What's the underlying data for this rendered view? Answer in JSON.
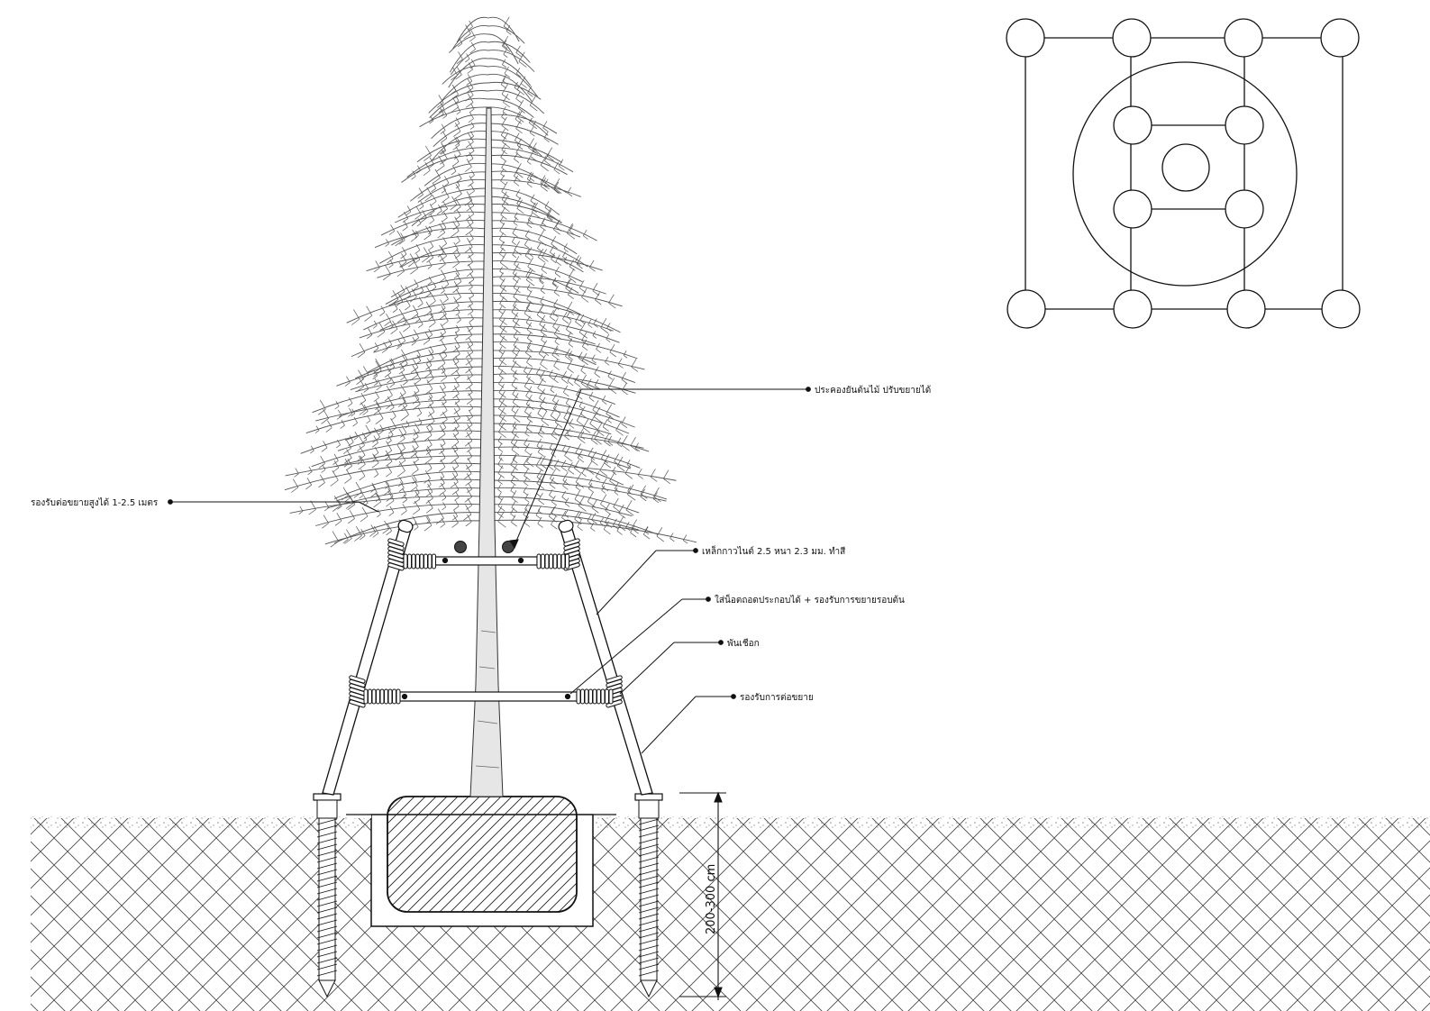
{
  "callouts": {
    "cage": "ประคองยันต้นไม้ ปรับขยายได้",
    "extend_height": "รองรับต่อขยายสูงได้ 1-2.5 เมตร",
    "steel": "เหล็กกาวไนต์ 2.5 หนา 2.3 มม. ทำสี",
    "bolt": "ใส่น็อตถอดประกอบได้ + รองรับการขยายรอบต้น",
    "wrap": "พันเชือก",
    "extension": "รองรับการต่อขยาย"
  },
  "dimension": {
    "depth": "200-300 cm"
  },
  "colors": {
    "line": "#111111",
    "foliage": "#555555",
    "soil_top": "#9a9a9a"
  }
}
